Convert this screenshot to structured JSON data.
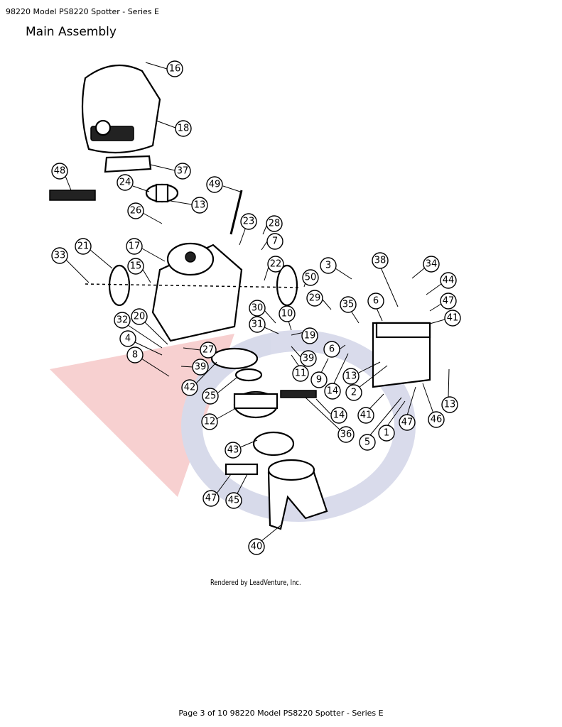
{
  "header": {
    "title": "98220 Model PS8220 Spotter - Series E"
  },
  "section": {
    "title": "Main Assembly"
  },
  "diagram": {
    "callouts": [
      "16",
      "18",
      "37",
      "48",
      "24",
      "13",
      "49",
      "26",
      "23",
      "28",
      "7",
      "21",
      "17",
      "33",
      "15",
      "22",
      "50",
      "3",
      "38",
      "34",
      "44",
      "47",
      "41",
      "6",
      "30",
      "10",
      "29",
      "35",
      "31",
      "32",
      "20",
      "19",
      "4",
      "27",
      "39",
      "8",
      "42",
      "25",
      "11",
      "9",
      "13",
      "14",
      "2",
      "12",
      "14",
      "41",
      "13",
      "46",
      "47",
      "1",
      "5",
      "36",
      "43",
      "47",
      "45",
      "40"
    ],
    "credit": "Rendered by LeadVenture, Inc."
  },
  "footer": {
    "text": "Page 3 of 10 98220 Model PS8220 Spotter - Series E"
  }
}
